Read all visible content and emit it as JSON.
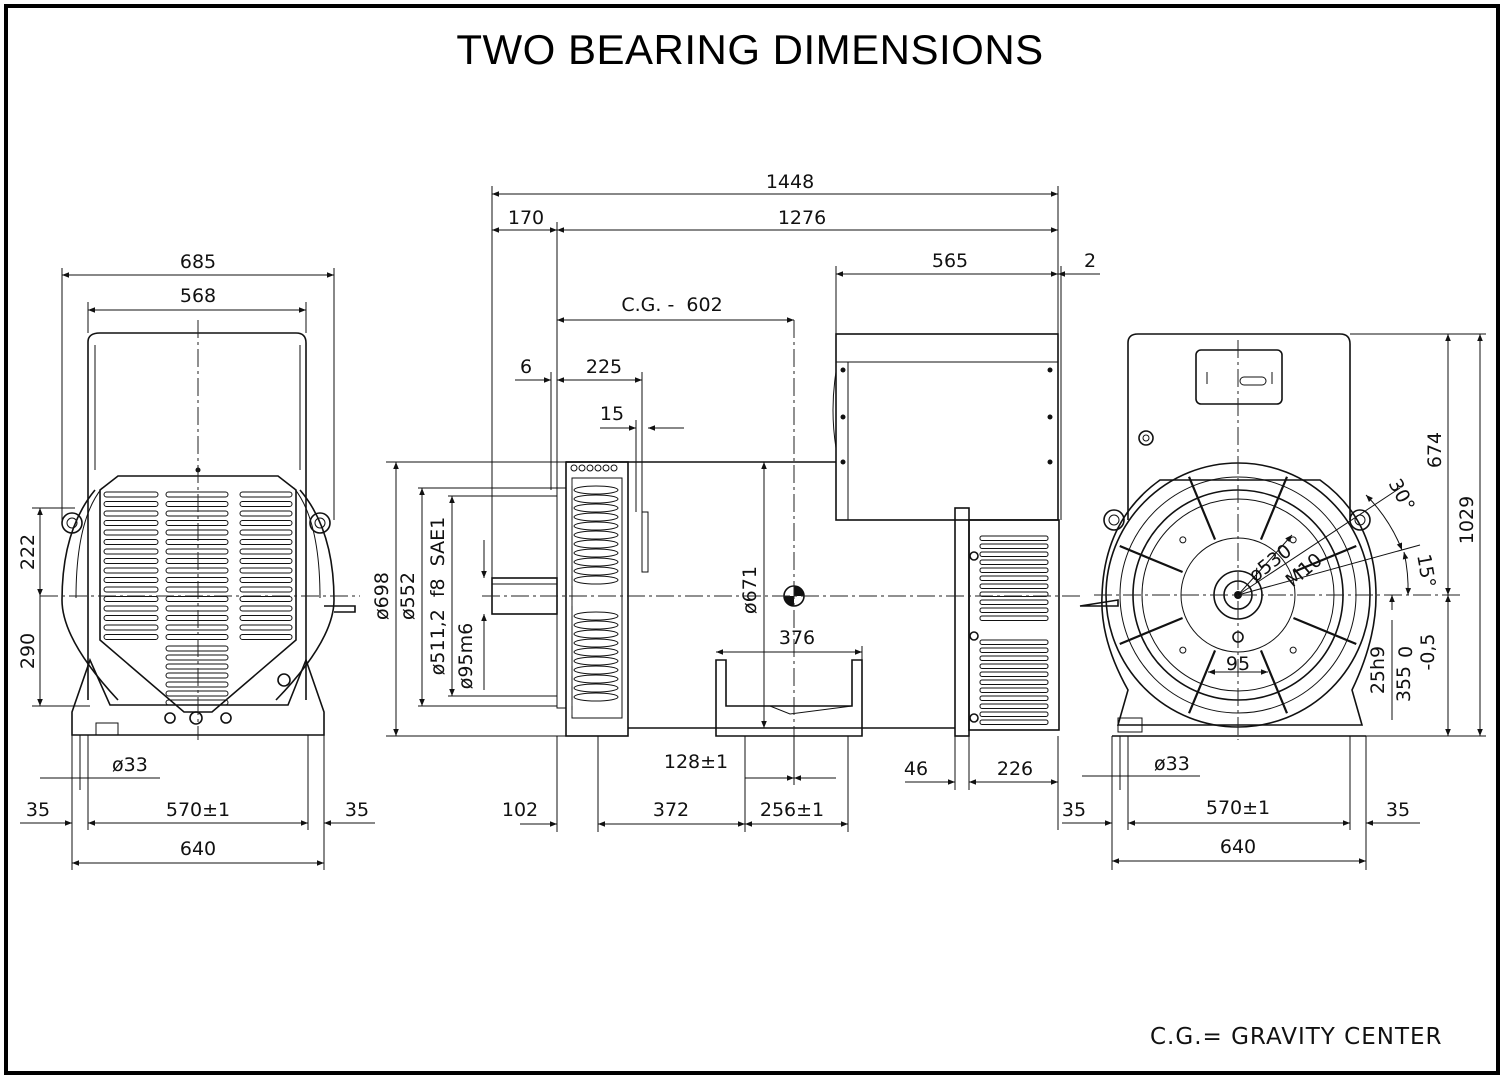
{
  "title": "TWO BEARING DIMENSIONS",
  "note": "C.G.= GRAVITY CENTER",
  "left_view": {
    "d685": "685",
    "d568": "568",
    "d222": "222",
    "d290": "290",
    "d33": "ø33",
    "d35a": "35",
    "d570": "570±1",
    "d35b": "35",
    "d640": "640"
  },
  "side_view": {
    "d1448": "1448",
    "d170": "170",
    "d1276": "1276",
    "d565": "565",
    "d2": "2",
    "cg": "C.G. -  602",
    "d6": "6",
    "d225": "225",
    "d15": "15",
    "d698": "ø698",
    "d552": "ø552",
    "d511": "ø511,2  f8  SAE1",
    "d95": "ø95m6",
    "d671": "ø671",
    "d376": "376",
    "d128": "128±1",
    "d46": "46",
    "d226": "226",
    "d102": "102",
    "d372": "372",
    "d256": "256±1"
  },
  "right_view": {
    "d674": "674",
    "d1029": "1029",
    "a30": "30°",
    "a15": "15°",
    "d530": "ø530",
    "m10": "M10",
    "d95": "95",
    "d25": "25h9",
    "d355": "355",
    "tol0": "0",
    "tolm": "-0,5",
    "d33": "ø33",
    "d35a": "35",
    "d570": "570±1",
    "d35b": "35",
    "d640": "640"
  }
}
